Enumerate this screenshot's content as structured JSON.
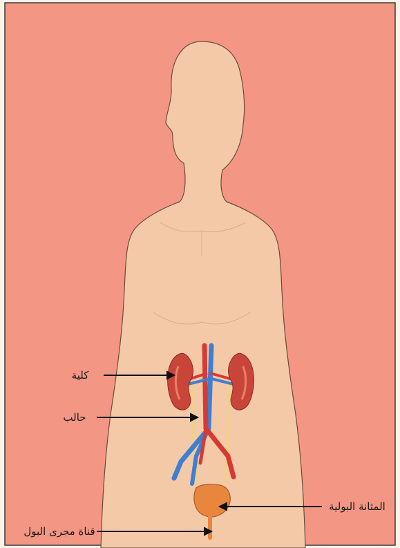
{
  "colors": {
    "frame": "#fbf2e7",
    "background": "#f49684",
    "border": "#3a3a3a",
    "skin": "#f4c9a8",
    "skin_outline": "#6a4a3a",
    "kidney": "#c9453a",
    "kidney_light": "#e8806a",
    "artery": "#d63a32",
    "vein": "#3f7fd1",
    "ureter": "#f0d08a",
    "bladder": "#e9863e",
    "arrow": "#111111"
  },
  "labels": {
    "kidney": "كلية",
    "ureter": "حالب",
    "bladder": "المثانة البولية",
    "urethra": "قناة مجرى البول"
  },
  "icons": {
    "figure": "human-torso-icon",
    "kidneys": "kidney-icon",
    "bladder": "bladder-icon"
  }
}
